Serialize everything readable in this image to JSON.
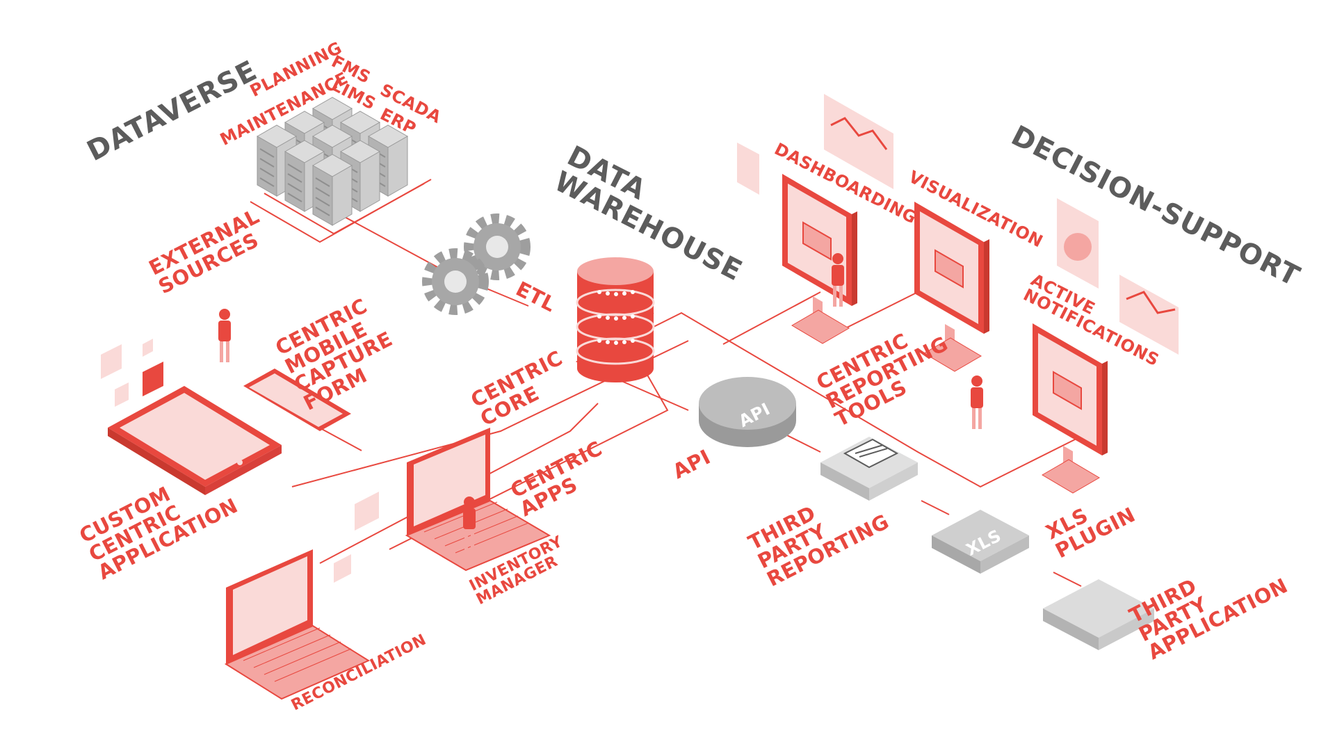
{
  "colors": {
    "accent": "#e8483f",
    "accent_light": "#f4a6a2",
    "accent_pale": "#fadad8",
    "gray_dark": "#5c5c5c",
    "gray_mid": "#b9b9b9",
    "gray_light": "#e0e0e0"
  },
  "sections": {
    "dataverse": "DATAVERSE",
    "data_warehouse": [
      "DATA",
      "WAREHOUSE"
    ],
    "decision_support": "DECISION-SUPPORT"
  },
  "source_systems": {
    "planning": "PLANNING",
    "maintenance": "MAINTENANCE",
    "fms": "FMS",
    "lims": "LIMS",
    "scada": "SCADA",
    "erp": "ERP"
  },
  "labels": {
    "external_sources": [
      "EXTERNAL",
      "SOURCES"
    ],
    "etl": "ETL",
    "centric_mobile_capture_form": [
      "CENTRIC",
      "MOBILE",
      "CAPTURE",
      "FORM"
    ],
    "centric_core": [
      "CENTRIC",
      "CORE"
    ],
    "custom_centric_application": [
      "CUSTOM",
      "CENTRIC",
      "APPLICATION"
    ],
    "centric_apps": [
      "CENTRIC",
      "APPS"
    ],
    "inventory_manager": [
      "INVENTORY",
      "MANAGER"
    ],
    "reconciliation": "RECONCILIATION",
    "api_line": "API",
    "api_button": "API",
    "dashboarding": "DASHBOARDING",
    "visualization": "VISUALIZATION",
    "active_notifications": [
      "ACTIVE",
      "NOTIFICATIONS"
    ],
    "centric_reporting_tools": [
      "CENTRIC",
      "REPORTING",
      "TOOLS"
    ],
    "third_party_reporting": [
      "THIRD",
      "PARTY",
      "REPORTING"
    ],
    "xls_block": "XLS",
    "xls_plugin": [
      "XLS",
      "PLUGIN"
    ],
    "third_party_application": [
      "THIRD",
      "PARTY",
      "APPLICATION"
    ]
  }
}
